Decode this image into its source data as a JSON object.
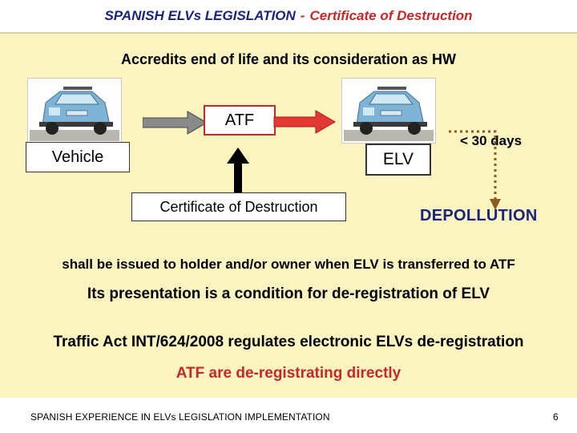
{
  "header": {
    "title": "SPANISH ELVs LEGISLATION",
    "separator": "-",
    "subtitle": "Certificate of Destruction"
  },
  "slide": {
    "subtitle": "Accredits end of life and its consideration as HW",
    "atf_label": "ATF",
    "vehicle_label": "Vehicle",
    "elv_label": "ELV",
    "certificate_label": "Certificate of Destruction",
    "days_label": "< 30 days",
    "depollution_label": "DEPOLLUTION",
    "line1": "shall be issued to holder and/or owner when ELV is transferred to ATF",
    "line2": "Its presentation is a condition for de-registration of ELV",
    "line3": "Traffic Act INT/624/2008 regulates electronic ELVs de-registration",
    "line4": "ATF are de-registrating directly"
  },
  "footer": {
    "text": "SPANISH EXPERIENCE IN ELVs LEGISLATION IMPLEMENTATION",
    "page": "6"
  },
  "colors": {
    "panel_bg": "#fbf3c0",
    "title_blue": "#1a237e",
    "accent_red": "#c62828",
    "arrow_gray": "#8a8a8a",
    "arrow_red": "#e53935",
    "dotted_brown": "#8d5a1f",
    "car_blue": "#7fb3d5"
  },
  "icons": [
    "car-icon",
    "car-icon",
    "gray-right-arrow",
    "red-right-arrow",
    "black-up-arrow",
    "dotted-down-arrow"
  ]
}
